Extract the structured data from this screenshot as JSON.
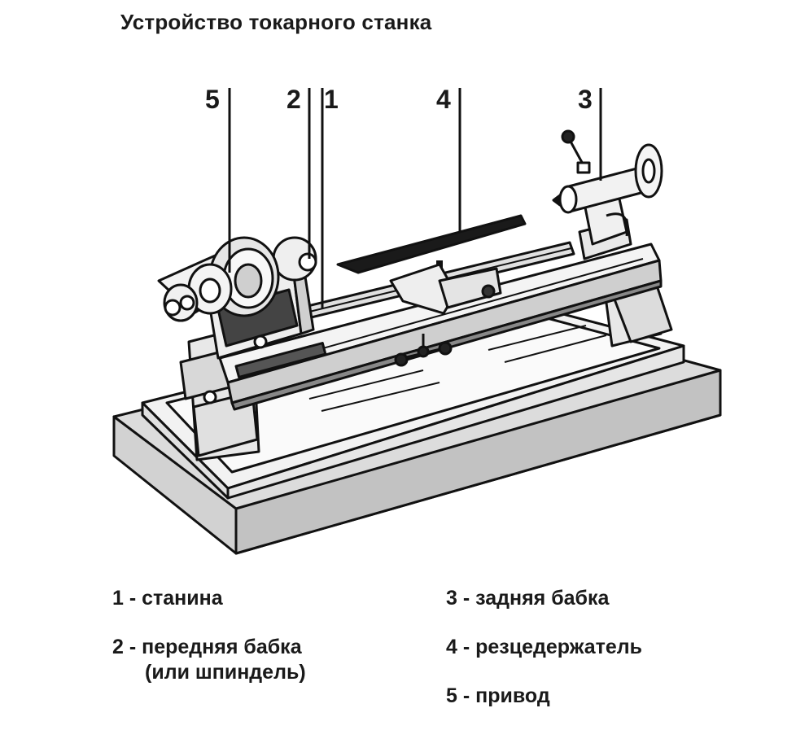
{
  "title": "Устройство токарного станка",
  "callouts": [
    "5",
    "2",
    "1",
    "4",
    "3"
  ],
  "legend": [
    {
      "text": "1 - станина"
    },
    {
      "text": "2 - передняя бабка",
      "text2": "(или шпиндель)"
    },
    {
      "text": "3 - задняя бабка"
    },
    {
      "text": "4 - резцедержатель"
    },
    {
      "text": "5 - привод"
    }
  ]
}
